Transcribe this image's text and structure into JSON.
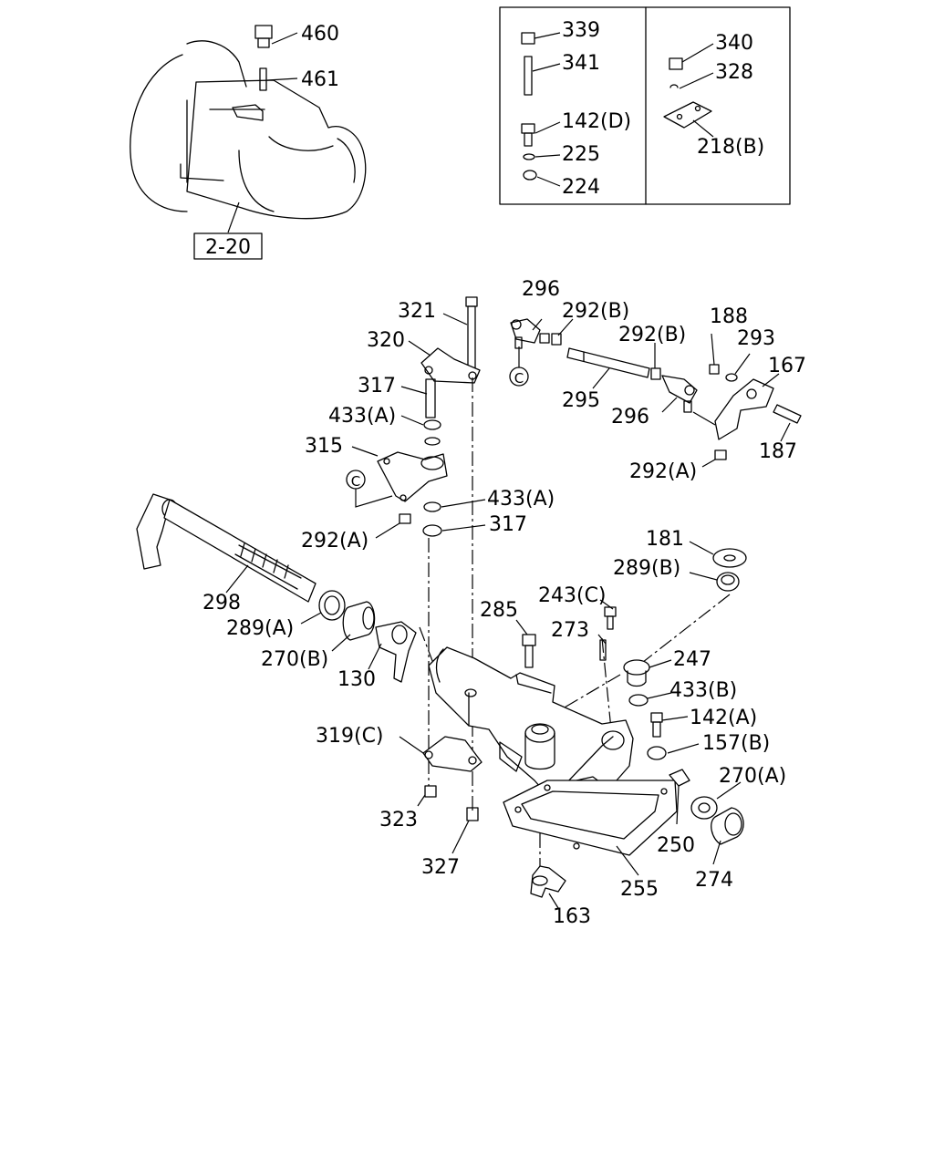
{
  "diagram": {
    "reference_box": "2-20",
    "marker_letter": "C",
    "inset_left_labels": [
      "339",
      "341",
      "142(D)",
      "225",
      "224"
    ],
    "inset_right_labels": [
      "340",
      "328",
      "218(B)"
    ],
    "callouts": {
      "p460": "460",
      "p461": "461",
      "p321": "321",
      "p320": "320",
      "p317a": "317",
      "p433a1": "433(A)",
      "p315": "315",
      "p296a": "296",
      "p292b1": "292(B)",
      "p292b2": "292(B)",
      "p188": "188",
      "p293": "293",
      "p167": "167",
      "p295": "295",
      "p296b": "296",
      "p187": "187",
      "p292a1": "292(A)",
      "p433a2": "433(A)",
      "p317b": "317",
      "p292a2": "292(A)",
      "p298": "298",
      "p181": "181",
      "p289b": "289(B)",
      "p243c": "243(C)",
      "p285": "285",
      "p273": "273",
      "p289a": "289(A)",
      "p247": "247",
      "p270b": "270(B)",
      "p433b": "433(B)",
      "p130": "130",
      "p142a": "142(A)",
      "p319c": "319(C)",
      "p157b": "157(B)",
      "p270a": "270(A)",
      "p323": "323",
      "p250": "250",
      "p327": "327",
      "p274": "274",
      "p255": "255",
      "p163": "163"
    }
  }
}
